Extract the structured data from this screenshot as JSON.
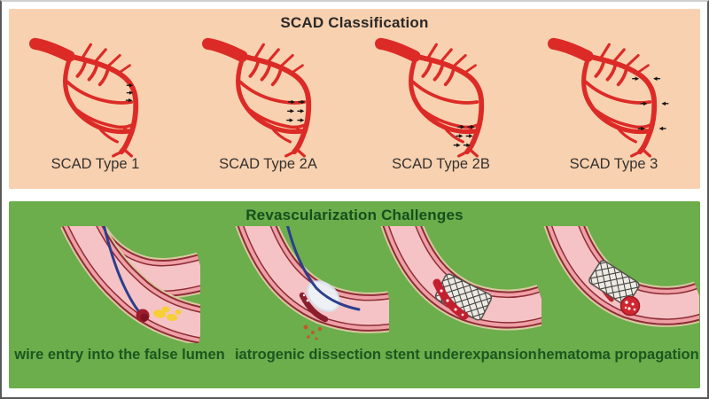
{
  "classification": {
    "title": "SCAD Classification",
    "background": "#f8d1b0",
    "artery_color": "#dc2b27",
    "marker_color": "#141414",
    "title_color": "#2b2926",
    "label_color": "#35322f",
    "items": [
      {
        "label": "SCAD Type 1",
        "figure": "coronary-tree-type-1-icon"
      },
      {
        "label": "SCAD Type 2A",
        "figure": "coronary-tree-type-2a-icon"
      },
      {
        "label": "SCAD Type 2B",
        "figure": "coronary-tree-type-2b-icon"
      },
      {
        "label": "SCAD Type 3",
        "figure": "coronary-tree-type-3-icon"
      }
    ]
  },
  "challenges": {
    "title": "Revascularization Challenges",
    "background": "#6cad4c",
    "title_color": "#154f1d",
    "label_color": "#1b571f",
    "vessel_colors": {
      "outer_outline": "#d8c9a0",
      "wall_line": "#8e2c36",
      "wall": "#efa0a6",
      "lumen": "#f5c3c5"
    },
    "wire_color": "#2c3e8d",
    "hematoma_color": "#c21f2f",
    "plaque_color": "#f6cf35",
    "items": [
      {
        "label": "wire entry into the false lumen",
        "figure": "wire-entry-false-lumen-icon"
      },
      {
        "label": "iatrogenic dissection",
        "figure": "iatrogenic-dissection-icon"
      },
      {
        "label": "stent underexpansion",
        "figure": "stent-underexpansion-icon"
      },
      {
        "label": "hematoma propagation",
        "figure": "hematoma-propagation-icon"
      }
    ]
  }
}
